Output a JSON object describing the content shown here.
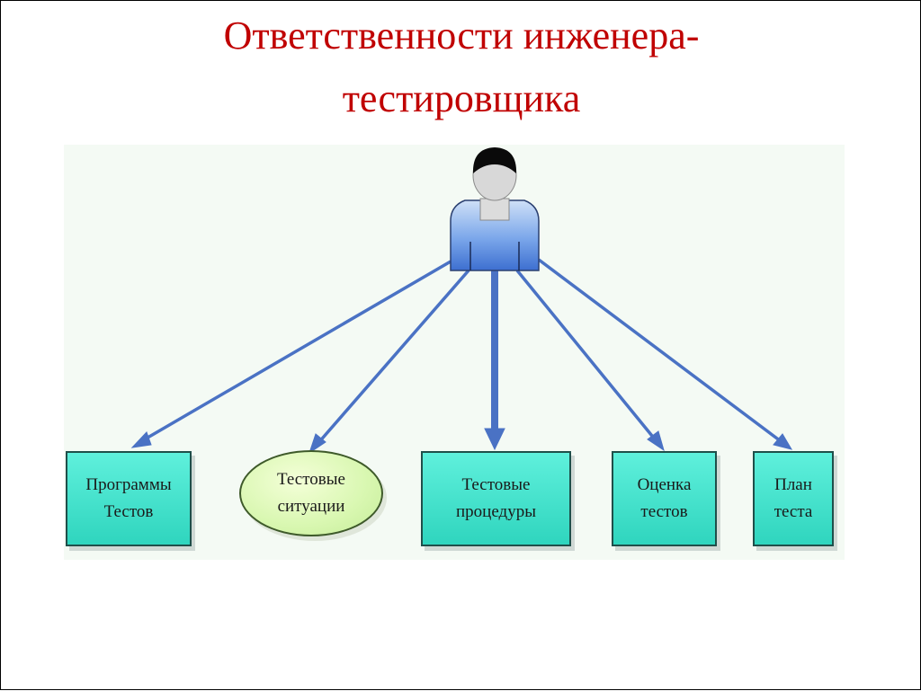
{
  "title": {
    "line1": "Ответственности инженера-",
    "line2": "тестировщика"
  },
  "colors": {
    "title": "#c00000",
    "box_fill": "#40e0cc",
    "ellipse_fill": "#d8f7b0",
    "arrow": "#4a72c4",
    "person_body": "#5a8ee0"
  },
  "person": {
    "icon": "person-icon"
  },
  "nodes": [
    {
      "id": "programs",
      "shape": "box",
      "line1": "Программы",
      "line2": "Тестов"
    },
    {
      "id": "situations",
      "shape": "ellipse",
      "line1": "Тестовые",
      "line2": "ситуации"
    },
    {
      "id": "procedures",
      "shape": "box",
      "line1": "Тестовые",
      "line2": "процедуры"
    },
    {
      "id": "evaluation",
      "shape": "box",
      "line1": "Оценка",
      "line2": "тестов"
    },
    {
      "id": "plan",
      "shape": "box",
      "line1": "План",
      "line2": "теста"
    }
  ]
}
